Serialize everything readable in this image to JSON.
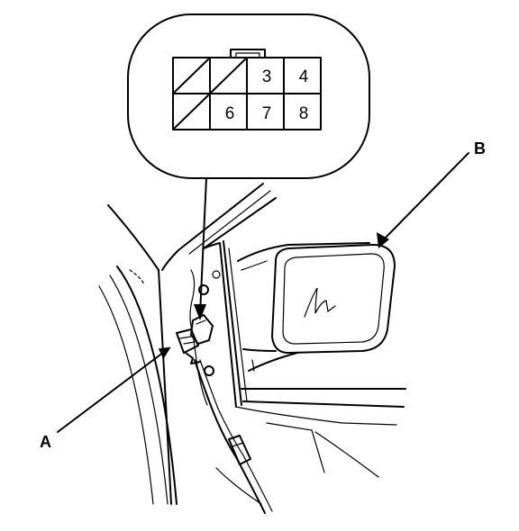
{
  "connector": {
    "pins_top": [
      "",
      "",
      "3",
      "4"
    ],
    "pins_bottom": [
      "",
      "6",
      "7",
      "8"
    ]
  },
  "callouts": {
    "a": "A",
    "b": "B"
  }
}
